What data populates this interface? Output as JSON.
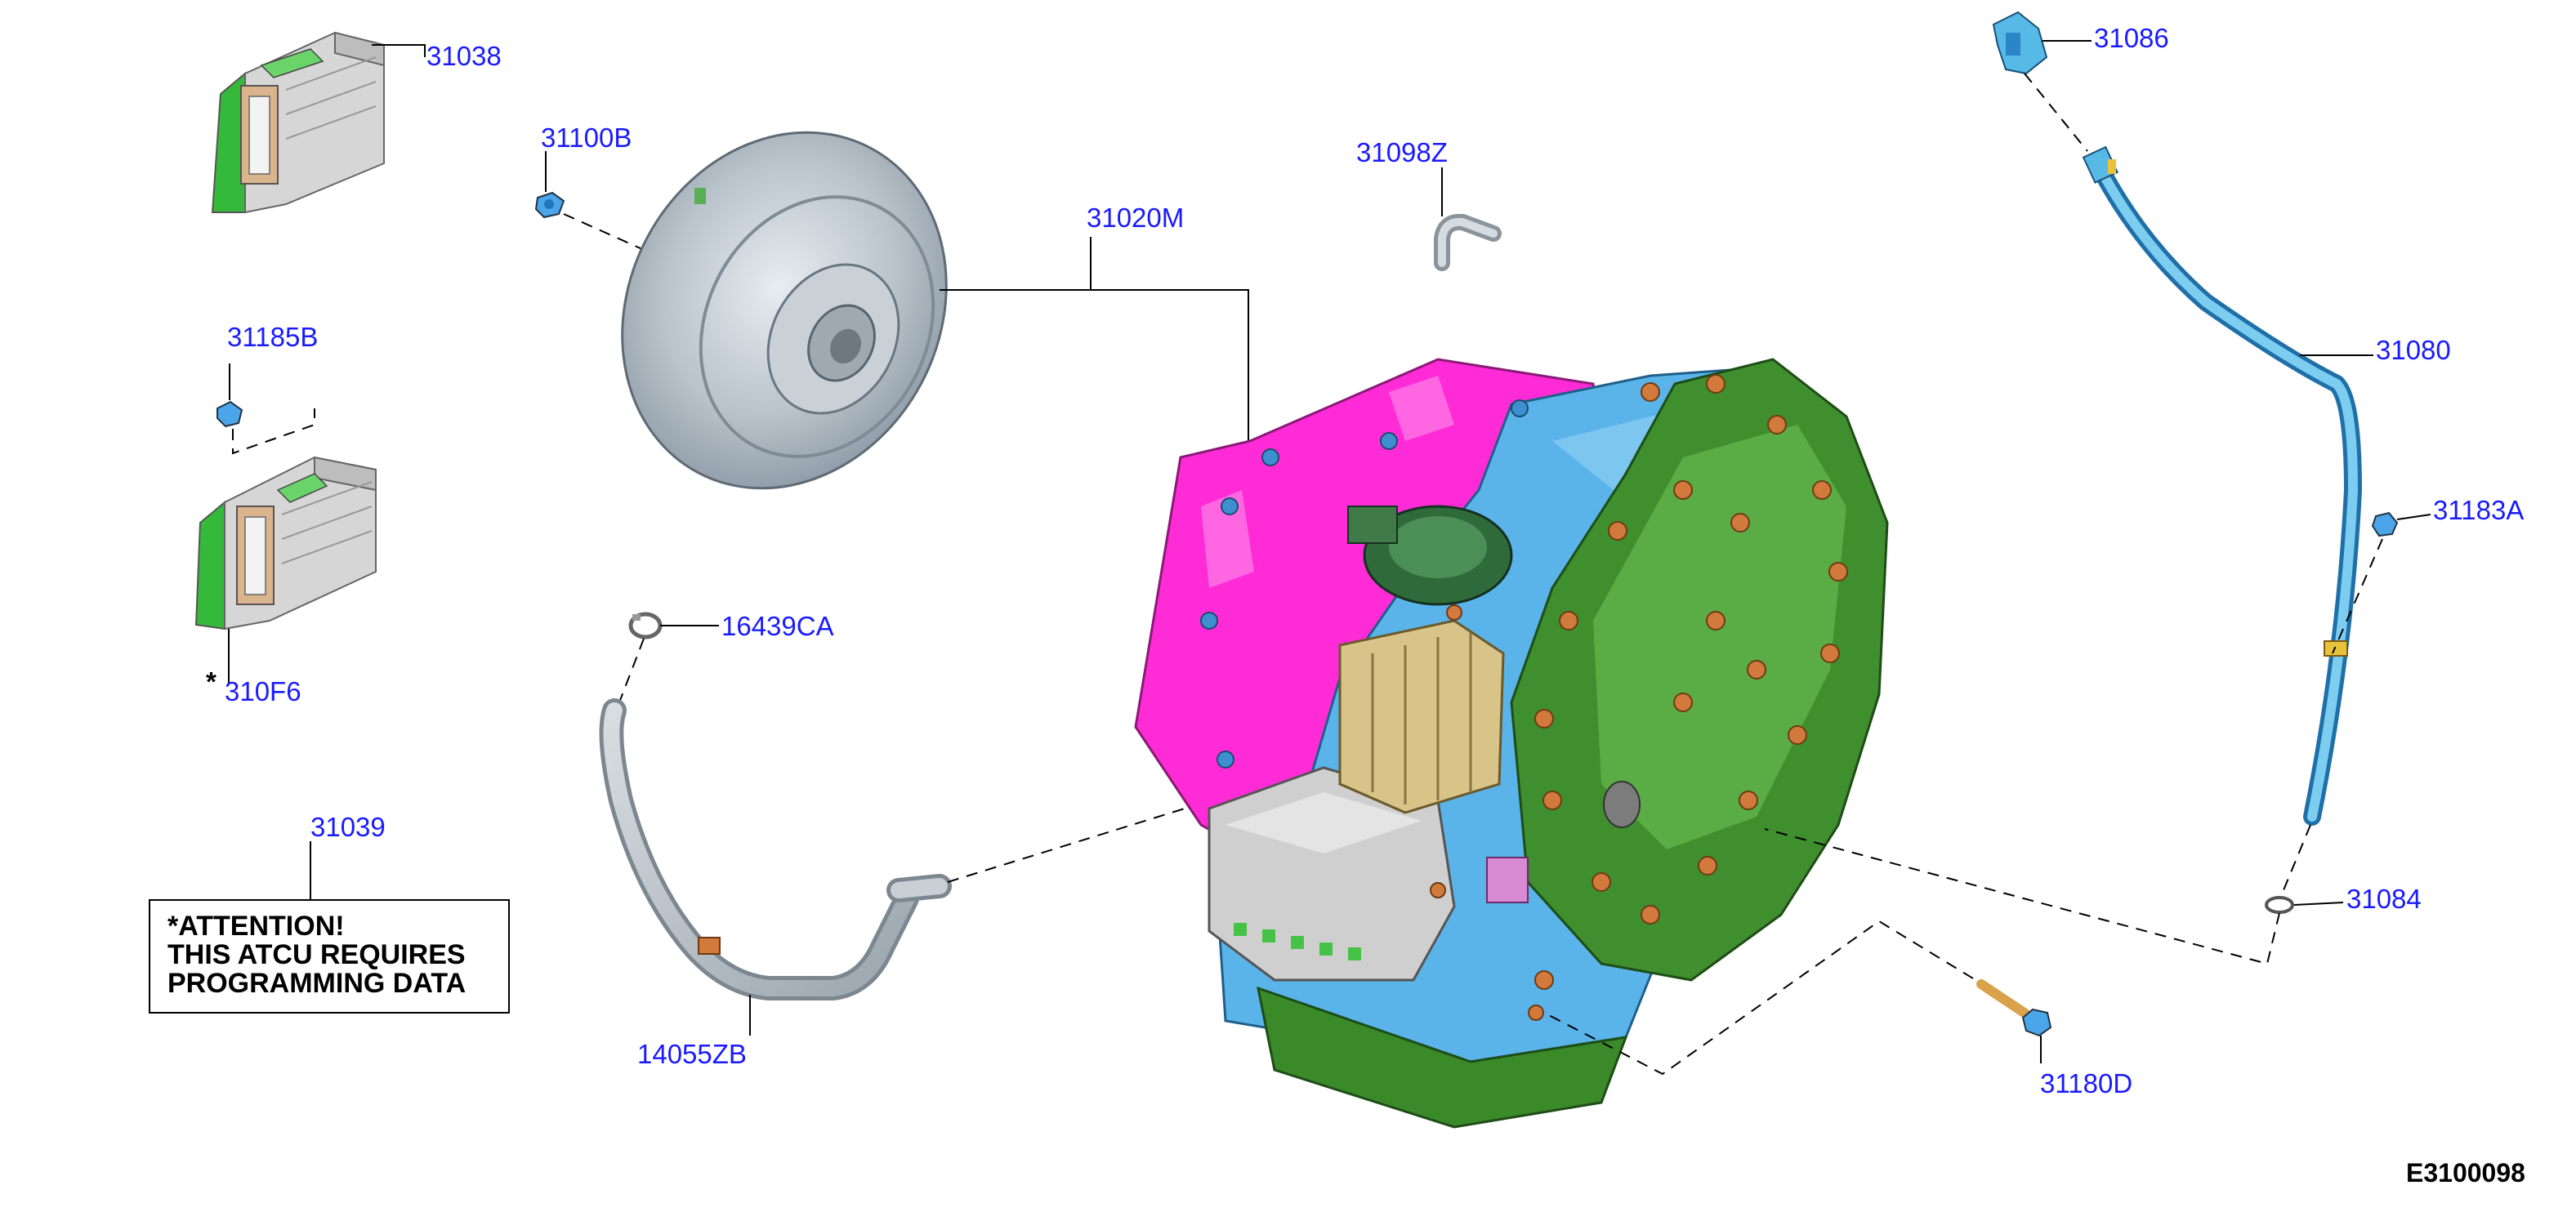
{
  "callouts": {
    "p31038": "31038",
    "p31100b": "31100B",
    "p31020m": "31020M",
    "p31098z": "31098Z",
    "p31086": "31086",
    "p31080": "31080",
    "p31183a": "31183A",
    "p31185b": "31185B",
    "p310f6": "310F6",
    "p16439ca": "16439CA",
    "p31039": "31039",
    "p31084": "31084",
    "p14055zb": "14055ZB",
    "p31180d": "31180D"
  },
  "asterisk": "*",
  "attention_note": {
    "line1": "*ATTENTION!",
    "line2": "THIS ATCU REQUIRES",
    "line3": "PROGRAMMING DATA"
  },
  "figure_code": "E3100098",
  "colors": {
    "label": "#1a1aff",
    "housing_magenta": "#ff2bd6",
    "body_blue": "#5ab4ea",
    "cover_green": "#3f8f2f",
    "ecu_gray": "#cfcfcf",
    "metal_gray": "#b9c3cb",
    "bolt_orange": "#d27a3c",
    "dipstick_blue": "#57b9e6"
  }
}
